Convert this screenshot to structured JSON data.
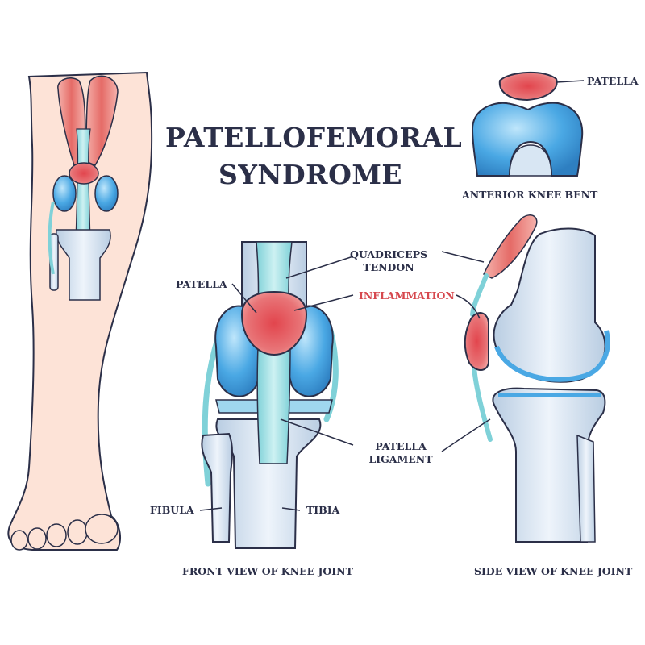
{
  "title": {
    "line1": "PATELLOFEMORAL",
    "line2": "SYNDROME"
  },
  "labels": {
    "top_patella": "PATELLA",
    "anterior_knee_bent": "ANTERIOR KNEE BENT",
    "quadriceps_line1": "QUADRICEPS",
    "quadriceps_line2": "TENDON",
    "front_patella": "PATELLA",
    "inflammation": "INFLAMMATION",
    "patella_ligament_line1": "PATELLA",
    "patella_ligament_line2": "LIGAMENT",
    "fibula": "FIBULA",
    "tibia": "TIBIA",
    "front_view": "FRONT VIEW OF KNEE JOINT",
    "side_view": "SIDE VIEW OF KNEE JOINT"
  },
  "colors": {
    "outline": "#2b2f48",
    "inflammation": "#d6484e",
    "muscle": "#e57a76",
    "bone": "#d8e6f3",
    "cartilage": "#4aa8e4",
    "skin": "#fde3d7"
  }
}
